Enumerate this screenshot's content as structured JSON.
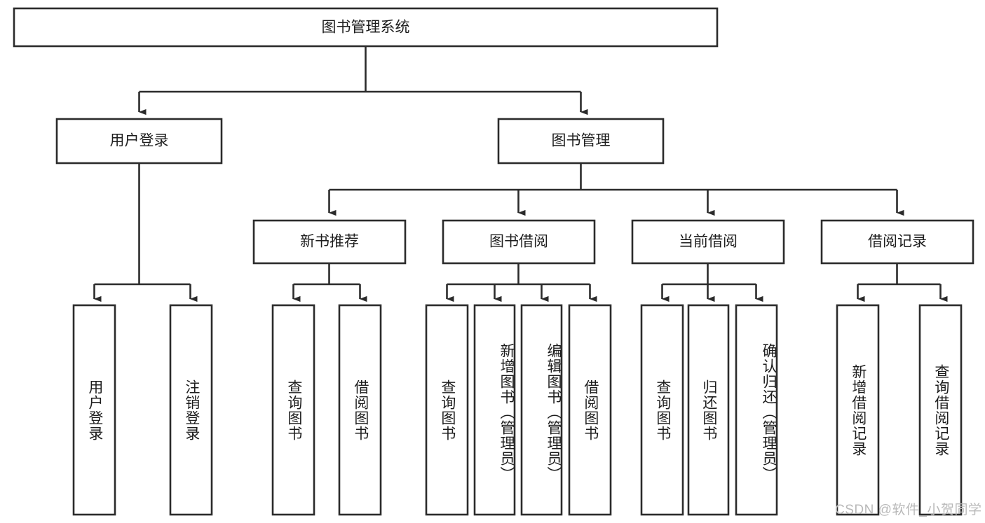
{
  "diagram": {
    "type": "tree-hierarchy-chart",
    "title": "图书管理系统",
    "colors": {
      "box_stroke": "#2b2b2b",
      "box_fill": "#ffffff",
      "text": "#1d1d1d",
      "watermark": "#b9b9b9",
      "background": "#ffffff"
    },
    "levels": {
      "root": {
        "label": "图书管理系统",
        "orientation": "horizontal"
      },
      "level2": [
        {
          "id": "user-login",
          "label": "用户登录",
          "orientation": "horizontal"
        },
        {
          "id": "book-management",
          "label": "图书管理",
          "orientation": "horizontal"
        }
      ],
      "level3": [
        {
          "id": "new-book-recommend",
          "label": "新书推荐",
          "orientation": "horizontal"
        },
        {
          "id": "book-borrow",
          "label": "图书借阅",
          "orientation": "horizontal"
        },
        {
          "id": "current-borrow",
          "label": "当前借阅",
          "orientation": "horizontal"
        },
        {
          "id": "borrow-record",
          "label": "借阅记录",
          "orientation": "horizontal"
        }
      ],
      "leaves": [
        {
          "id": "leaf-user-login",
          "label": "用户登录",
          "parent": "user-login",
          "orientation": "vertical"
        },
        {
          "id": "leaf-logout-login",
          "label": "注销登录",
          "parent": "user-login",
          "orientation": "vertical"
        },
        {
          "id": "leaf-query-book-1",
          "label": "查询图书",
          "parent": "new-book-recommend",
          "orientation": "vertical"
        },
        {
          "id": "leaf-borrow-book-1",
          "label": "借阅图书",
          "parent": "new-book-recommend",
          "orientation": "vertical"
        },
        {
          "id": "leaf-query-book-2",
          "label": "查询图书",
          "parent": "book-borrow",
          "orientation": "vertical"
        },
        {
          "id": "leaf-add-book",
          "label": "新增图书（管理员）",
          "parent": "book-borrow",
          "orientation": "vertical"
        },
        {
          "id": "leaf-edit-book",
          "label": "编辑图书（管理员）",
          "parent": "book-borrow",
          "orientation": "vertical"
        },
        {
          "id": "leaf-borrow-book-2",
          "label": "借阅图书",
          "parent": "book-borrow",
          "orientation": "vertical"
        },
        {
          "id": "leaf-query-book-3",
          "label": "查询图书",
          "parent": "current-borrow",
          "orientation": "vertical"
        },
        {
          "id": "leaf-return-book",
          "label": "归还图书",
          "parent": "current-borrow",
          "orientation": "vertical"
        },
        {
          "id": "leaf-confirm-return",
          "label": "确认归还（管理员）",
          "parent": "current-borrow",
          "orientation": "vertical"
        },
        {
          "id": "leaf-add-record",
          "label": "新增借阅记录",
          "parent": "borrow-record",
          "orientation": "vertical"
        },
        {
          "id": "leaf-query-record",
          "label": "查询借阅记录",
          "parent": "borrow-record",
          "orientation": "vertical"
        }
      ]
    },
    "watermark": "CSDN @软件_小贺同学"
  }
}
